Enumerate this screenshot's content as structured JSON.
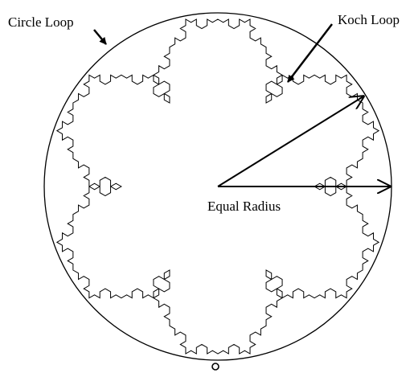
{
  "labels": {
    "circle_loop": "Circle Loop",
    "koch_loop": "Koch Loop",
    "equal_radius": "Equal Radius"
  },
  "colors": {
    "ink": "#000000",
    "background": "#ffffff"
  },
  "koch": {
    "iterations": 3,
    "base_shape": "hexagon"
  }
}
